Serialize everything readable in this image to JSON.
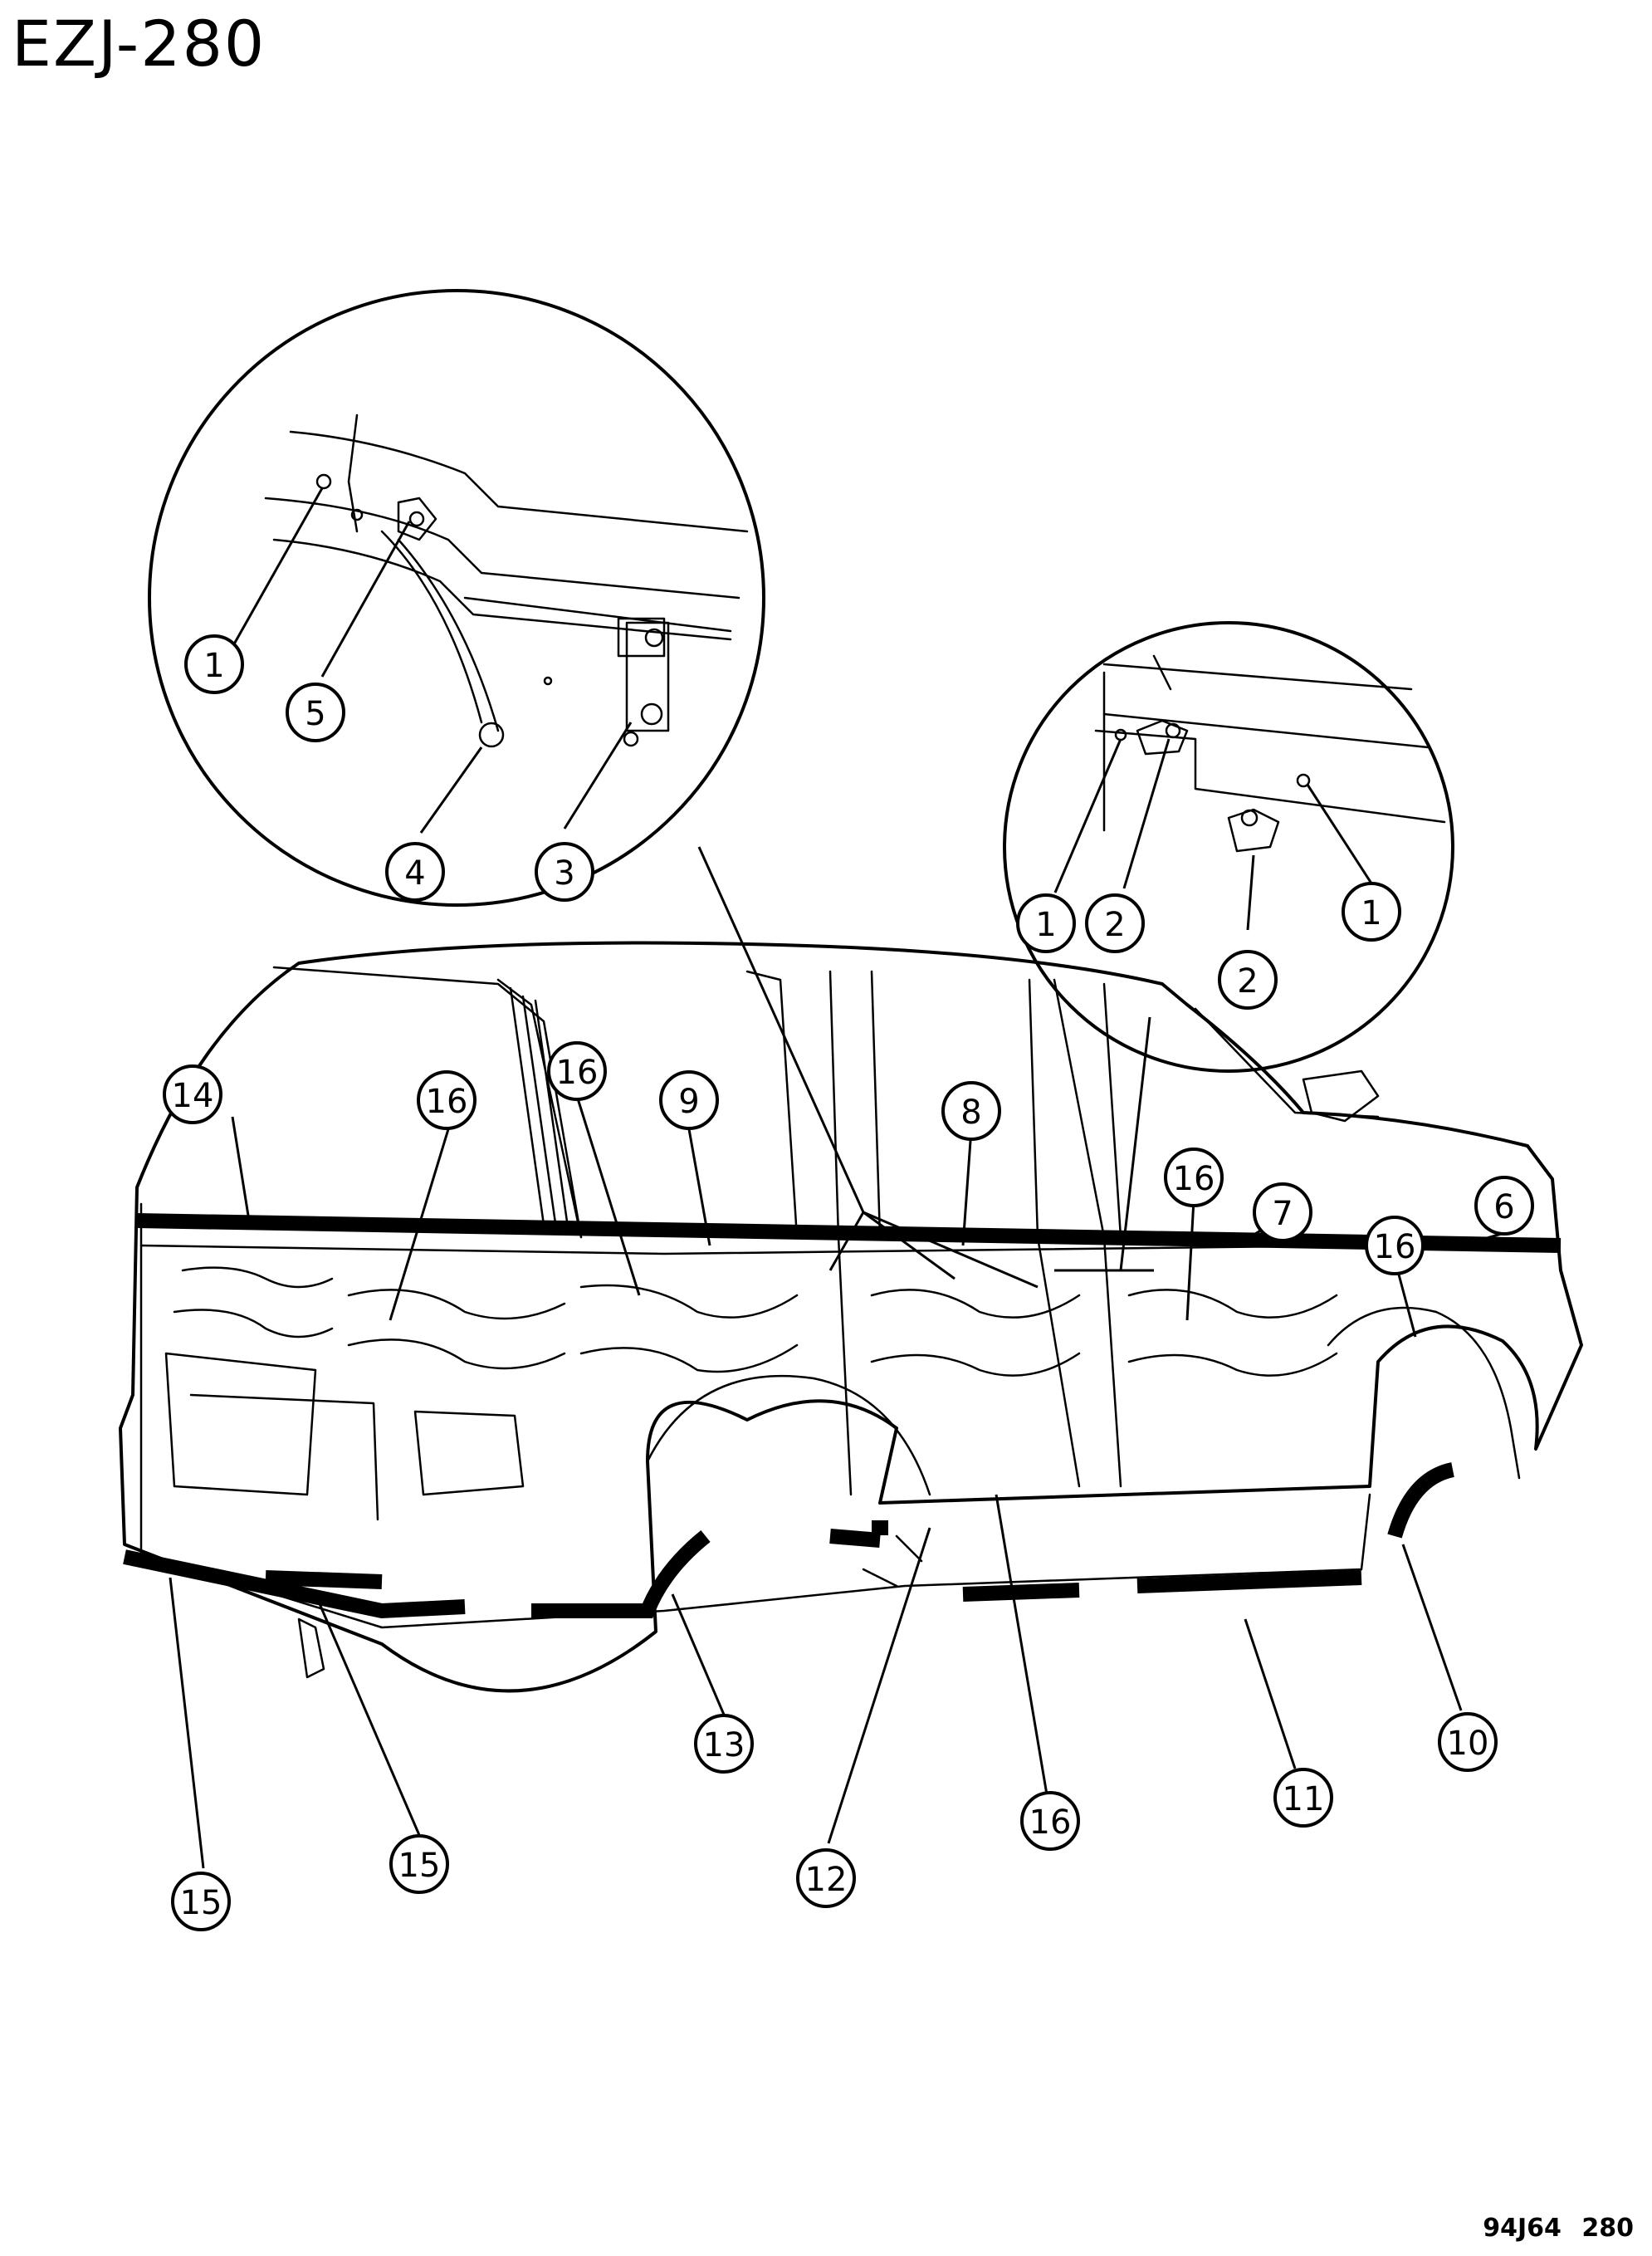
{
  "header": {
    "code": "EZJ-280"
  },
  "footer": {
    "figure_ref": "94J64 280"
  },
  "callouts": {
    "c1": "1",
    "c2": "2",
    "c3": "3",
    "c4": "4",
    "c5": "5",
    "c6": "6",
    "c7": "7",
    "c8": "8",
    "c9": "9",
    "c10": "10",
    "c11": "11",
    "c12": "12",
    "c13": "13",
    "c14": "14",
    "c15": "15",
    "c16": "16"
  }
}
